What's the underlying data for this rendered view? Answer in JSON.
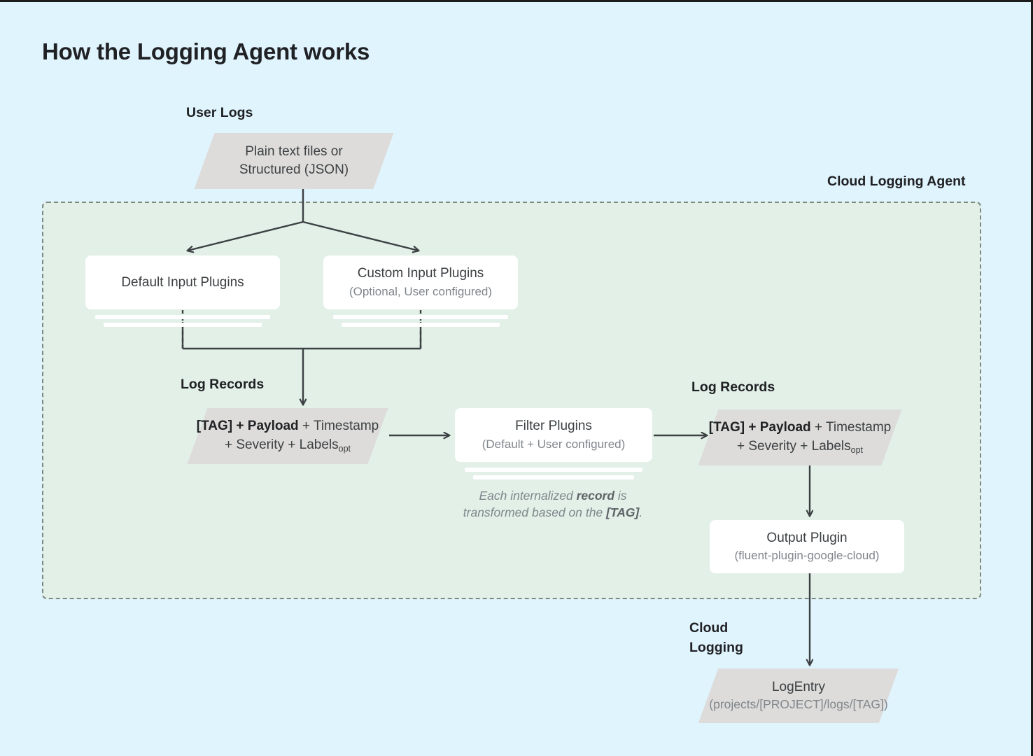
{
  "page": {
    "title": "How the Logging Agent works",
    "background_color": "#e0f4fd",
    "agent_background_color": "#e2f0e8",
    "shape_fill_color": "#dddcda",
    "card_color": "#ffffff",
    "line_color": "#3c4043"
  },
  "labels": {
    "user_logs": "User Logs",
    "cloud_logging_agent": "Cloud Logging Agent",
    "log_records_left": "Log Records",
    "log_records_right": "Log Records",
    "cloud_logging": "Cloud\nLogging"
  },
  "nodes": {
    "user_logs_source": {
      "shape": "parallelogram",
      "line1": "Plain text files or",
      "line2": "Structured (JSON)"
    },
    "default_input_plugins": {
      "shape": "stacked-card",
      "title": "Default Input Plugins",
      "subtitle": ""
    },
    "custom_input_plugins": {
      "shape": "stacked-card",
      "title": "Custom Input Plugins",
      "subtitle": "(Optional, User configured)"
    },
    "log_record_left": {
      "shape": "parallelogram",
      "bold_part": "[TAG] + Payload",
      "rest_line1": " + Timestamp",
      "rest_line2": "+ Severity + Labels",
      "subscript": "opt"
    },
    "filter_plugins": {
      "shape": "stacked-card",
      "title": "Filter Plugins",
      "subtitle": "(Default + User configured)"
    },
    "log_record_right": {
      "shape": "parallelogram",
      "bold_part": "[TAG] + Payload",
      "rest_line1": " + Timestamp",
      "rest_line2": "+ Severity + Labels",
      "subscript": "opt"
    },
    "output_plugin": {
      "shape": "card",
      "title": "Output Plugin",
      "subtitle": "(fluent-plugin-google-cloud)"
    },
    "log_entry": {
      "shape": "parallelogram",
      "title": "LogEntry",
      "subtitle": "(projects/[PROJECT]/logs/[TAG])"
    }
  },
  "annotations": {
    "transform_note_line1_pre": "Each internalized ",
    "transform_note_line1_bold": "record",
    "transform_note_line1_post": " is",
    "transform_note_line2_pre": "transformed based on the ",
    "transform_note_line2_bold": "[TAG]",
    "transform_note_line2_post": "."
  }
}
